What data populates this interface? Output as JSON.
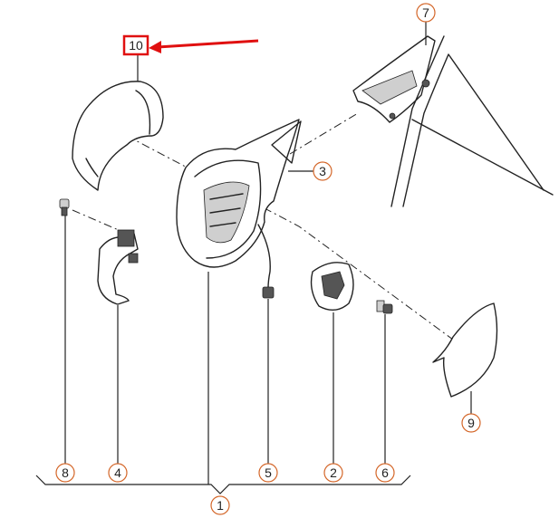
{
  "callouts": {
    "c1": "1",
    "c2": "2",
    "c3": "3",
    "c4": "4",
    "c5": "5",
    "c6": "6",
    "c7": "7",
    "c8": "8",
    "c9": "9",
    "c10": "10"
  },
  "colors": {
    "callout_ring": "#d4672a",
    "highlight": "#e01010",
    "line": "#222222"
  }
}
